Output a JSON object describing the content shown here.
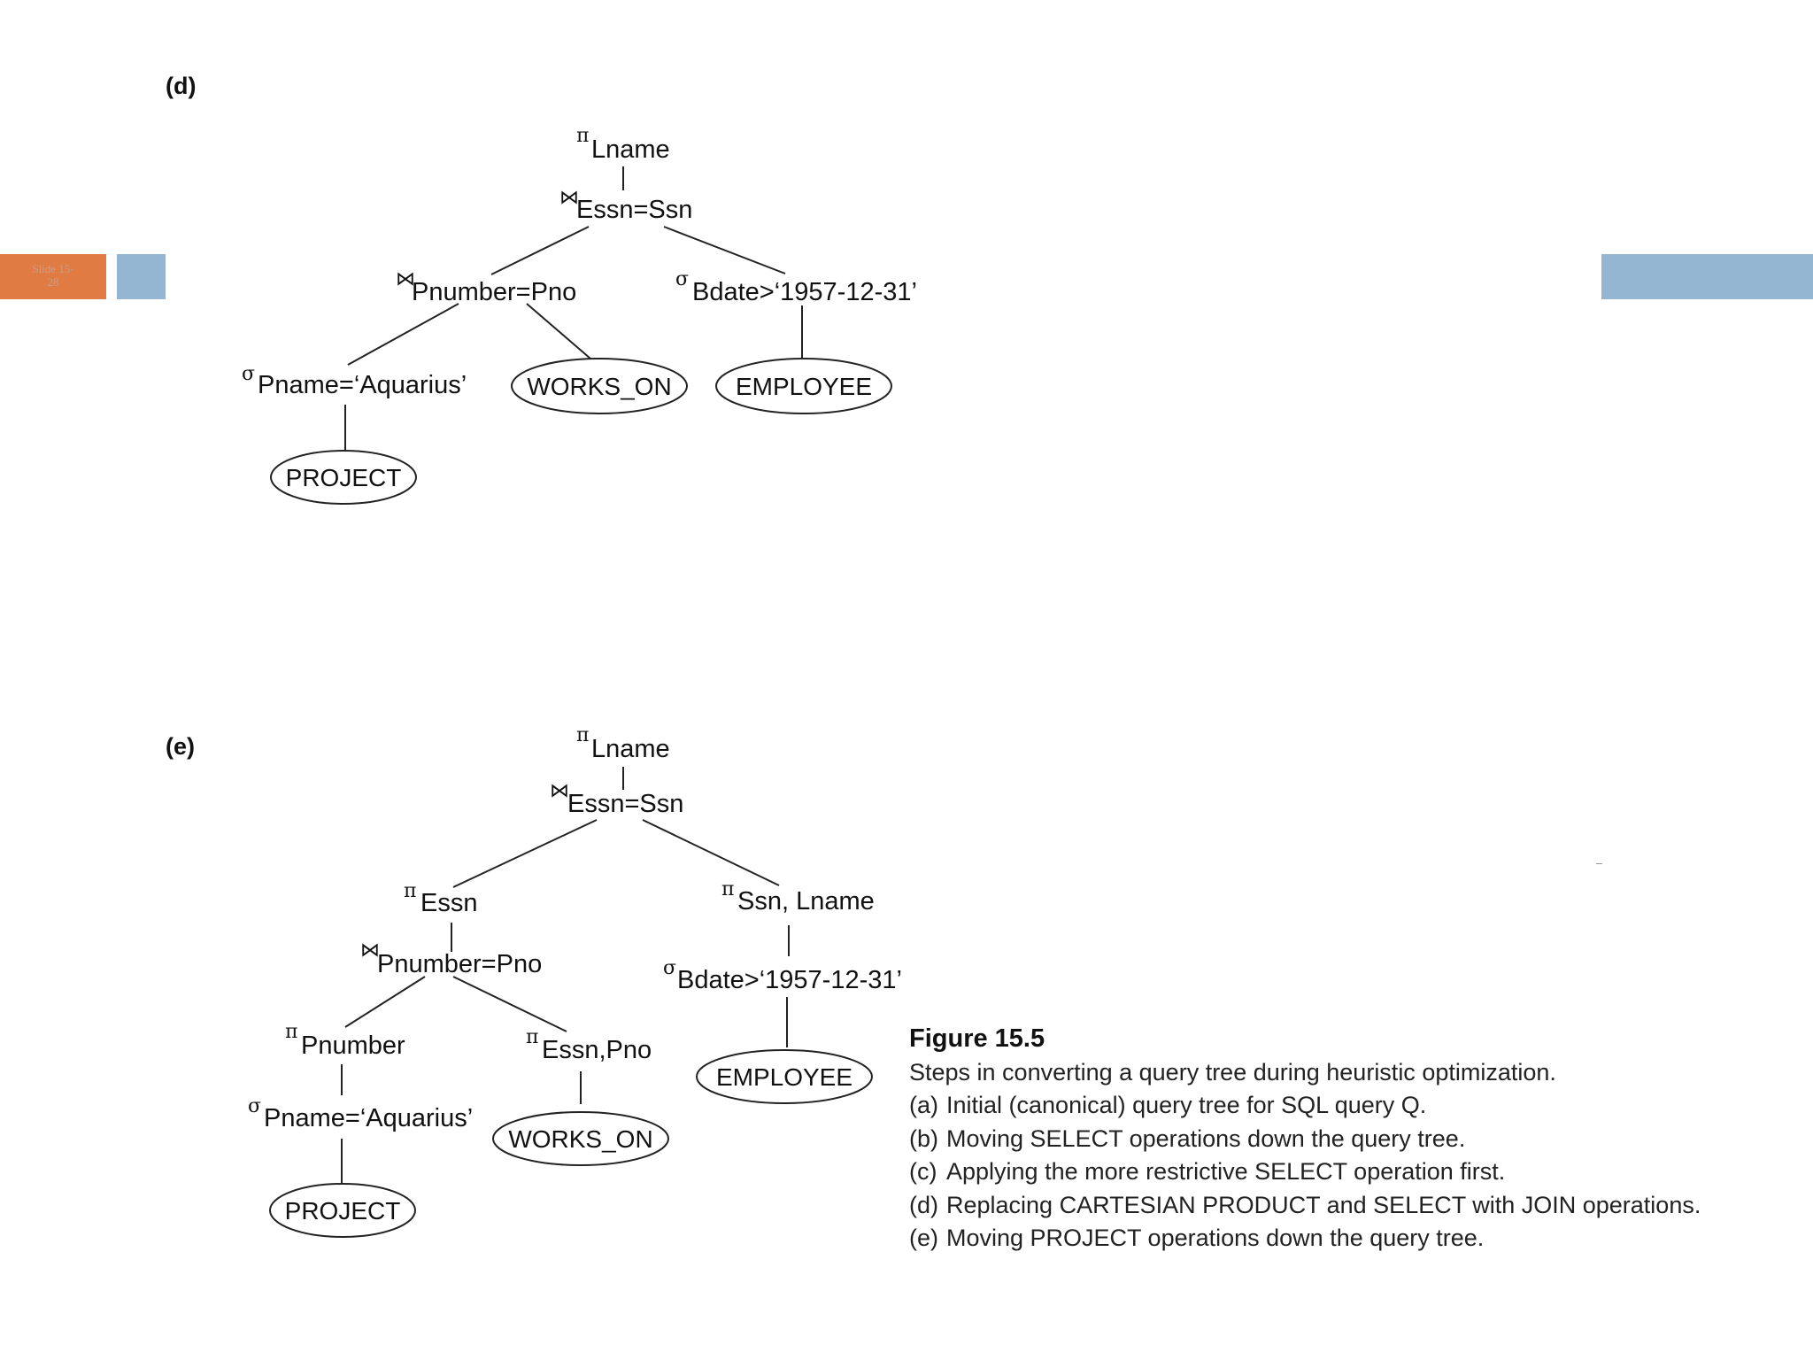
{
  "slide": {
    "slide_tab_text": "Slide 15-\n28",
    "colors": {
      "orange_tab": "#e07b43",
      "blue_bar": "#94b6d2"
    }
  },
  "panel_d": {
    "label": "(d)",
    "nodes": {
      "root_op": "π",
      "root_sub": "Lname",
      "join_op": "⋈",
      "join_sub": "Essn=Ssn",
      "left_join_op": "⋈",
      "left_join_sub": "Pnumber=Pno",
      "right_select_op": "σ",
      "right_select_sub": "Bdate>‘1957-12-31’",
      "pname_select_op": "σ",
      "pname_select_sub": "Pname=‘Aquarius’",
      "rel_works_on": "WORKS_ON",
      "rel_employee": "EMPLOYEE",
      "rel_project": "PROJECT"
    }
  },
  "panel_e": {
    "label": "(e)",
    "nodes": {
      "root_op": "π",
      "root_sub": "Lname",
      "join_op": "⋈",
      "join_sub": "Essn=Ssn",
      "left_proj_op": "π",
      "left_proj_sub": "Essn",
      "right_proj_op": "π",
      "right_proj_sub": "Ssn, Lname",
      "left_join_op": "⋈",
      "left_join_sub": "Pnumber=Pno",
      "right_select_op": "σ",
      "right_select_sub": "Bdate>‘1957-12-31’",
      "pnumber_proj_op": "π",
      "pnumber_proj_sub": "Pnumber",
      "essnpno_proj_op": "π",
      "essnpno_proj_sub": "Essn,Pno",
      "pname_select_op": "σ",
      "pname_select_sub": "Pname=‘Aquarius’",
      "rel_employee": "EMPLOYEE",
      "rel_works_on": "WORKS_ON",
      "rel_project": "PROJECT"
    }
  },
  "caption": {
    "title": "Figure 15.5",
    "description": "Steps in converting a query tree during heuristic optimization.",
    "steps": [
      {
        "key": "(a)",
        "text": "Initial (canonical) query tree for SQL query Q."
      },
      {
        "key": "(b)",
        "text": "Moving SELECT operations down the query tree."
      },
      {
        "key": "(c)",
        "text": "Applying the more restrictive SELECT operation first."
      },
      {
        "key": "(d)",
        "text": "Replacing CARTESIAN PRODUCT and SELECT with JOIN operations."
      },
      {
        "key": "(e)",
        "text": "Moving PROJECT operations down the query tree."
      }
    ]
  }
}
